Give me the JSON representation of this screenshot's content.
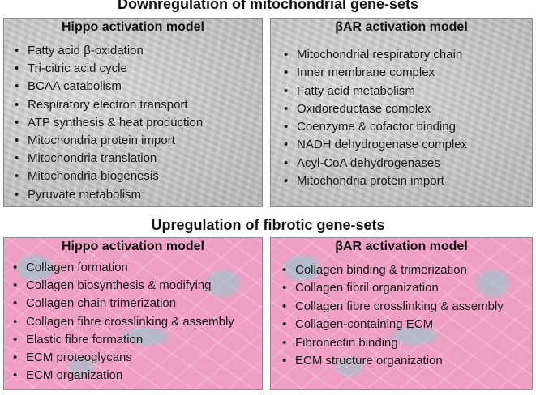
{
  "down_section": {
    "title": "Downregulation of mitochondrial gene-sets",
    "hippo": {
      "title": "Hippo activation model",
      "items": [
        "Fatty acid β-oxidation",
        "Tri-citric acid cycle",
        "BCAA catabolism",
        "Respiratory electron transport",
        "ATP synthesis & heat production",
        "Mitochondria protein import",
        "Mitochondria translation",
        "Mitochondria biogenesis",
        "Pyruvate metabolism"
      ]
    },
    "bar": {
      "title": "βAR activation model",
      "items": [
        "Mitochondrial respiratory chain",
        "Inner membrane complex",
        "Fatty acid metabolism",
        "Oxidoreductase complex",
        "Coenzyme & cofactor binding",
        "NADH dehydrogenase complex",
        "Acyl-CoA dehydrogenases",
        "Mitochondria protein import"
      ]
    }
  },
  "up_section": {
    "title": "Upregulation of fibrotic gene-sets",
    "hippo": {
      "title": "Hippo activation model",
      "items": [
        "Collagen formation",
        "Collagen biosynthesis & modifying",
        "Collagen chain trimerization",
        "Collagen fibre crosslinking & assembly",
        "Elastic fibre formation",
        "ECM proteoglycans",
        "ECM organization"
      ]
    },
    "bar": {
      "title": "βAR activation model",
      "items": [
        "Collagen binding & trimerization",
        "Collagen fibril organization",
        "Collagen fibre crosslinking & assembly",
        "Collagen-containing ECM",
        "Fibronectin binding",
        "ECM structure organization"
      ]
    }
  },
  "colors": {
    "mitochondrial_panel_bg": "#c8c8c8",
    "fibrotic_panel_bg": "#ef9fc3",
    "fibrotic_panel_accent": "#7ed0d0"
  }
}
